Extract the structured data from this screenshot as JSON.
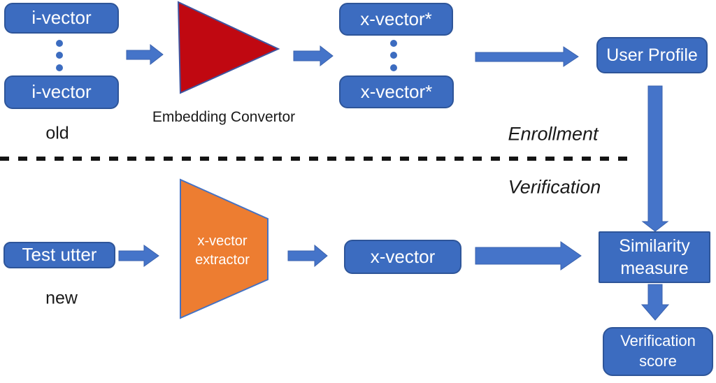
{
  "colors": {
    "background": "#ffffff",
    "box_fill": "#3c6cc0",
    "box_border": "#2e5599",
    "arrow_fill": "#4574c9",
    "dot_fill": "#3c6cc0",
    "triangle_fill": "#c00811",
    "trapezoid_fill": "#ed7d31",
    "shape_stroke": "#3f55a0",
    "divider_color": "#141414",
    "label_color": "#1a1a1a"
  },
  "enrollment": {
    "section_label": "Enrollment",
    "ivector_top": "i-vector",
    "ivector_bottom": "i-vector",
    "old_label": "old",
    "convertor_label": "Embedding Convertor",
    "xvector_star_top": "x-vector*",
    "xvector_star_bottom": "x-vector*",
    "user_profile": "User Profile"
  },
  "verification": {
    "section_label": "Verification",
    "test_utter": "Test utter",
    "new_label": "new",
    "extractor_label": "x-vector extractor",
    "xvector": "x-vector",
    "similarity_measure": "Similarity measure",
    "verification_score": "Verification score"
  }
}
